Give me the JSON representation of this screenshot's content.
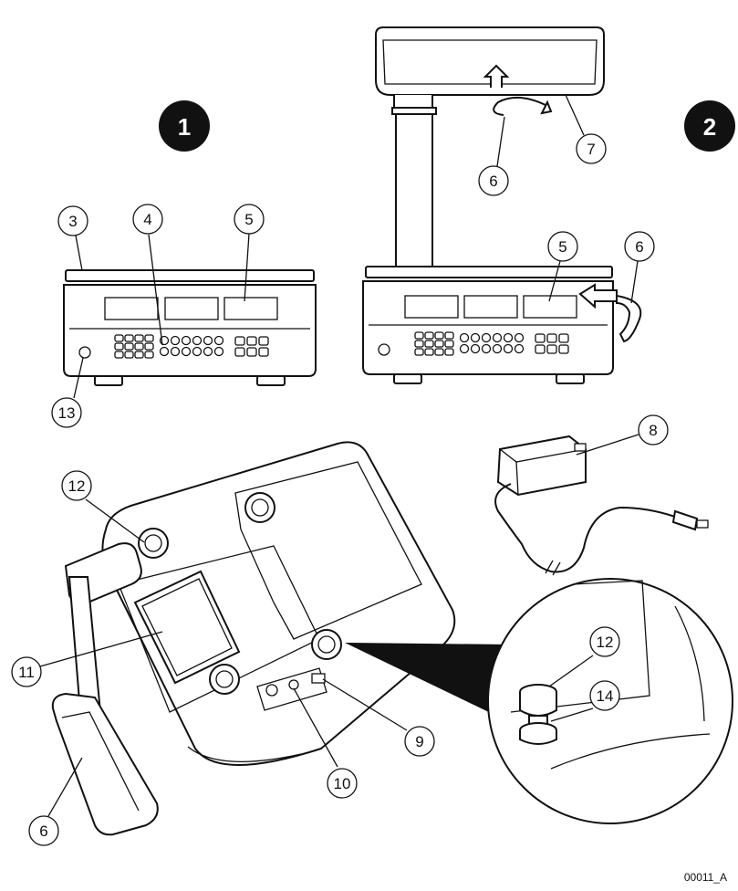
{
  "badges": {
    "view1": "1",
    "view2": "2"
  },
  "callouts": {
    "c1_3": "3",
    "c1_4": "4",
    "c1_5": "5",
    "c1_13": "13",
    "c2_5": "5",
    "c2_6a": "6",
    "c2_6b": "6",
    "c2_7": "7",
    "c_8": "8",
    "c_9": "9",
    "c_10": "10",
    "c_11": "11",
    "c_12a": "12",
    "c_12b": "12",
    "c_14": "14",
    "c_6c": "6"
  },
  "figure_code": "00011_A"
}
